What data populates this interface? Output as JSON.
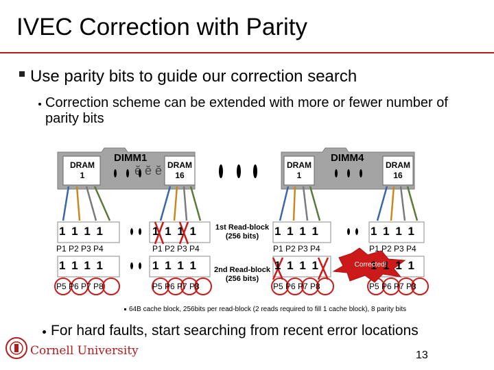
{
  "slide": {
    "title": "IVEC Correction with Parity",
    "bullet1": "Use parity bits to guide our correction search",
    "bullet2": "Correction scheme can be extended with more or fewer number of parity bits",
    "note": "64B cache block, 256bits per read-block (2 reads required to fill 1 cache block), 8 parity bits",
    "bullet3": "For hard faults, start searching from recent error locations",
    "footer_logo": "Cornell University",
    "page_number": "13"
  },
  "diagram": {
    "dimm_left": {
      "name": "DIMM1",
      "dram_a": "DRAM\n1",
      "dram_b": "DRAM\n16"
    },
    "dimm_right": {
      "name": "DIMM4",
      "dram_a": "DRAM\n1",
      "dram_b": "DRAM\n16"
    },
    "read1_label": "1st Read-block\n(256 bits)",
    "read2_label": "2nd Read-block\n(256 bits)",
    "row1": {
      "g1_bits": "1 1 1 1",
      "g1_parity": "P1 P2 P3 P4",
      "g2_bits": "1 1 1 1",
      "g2_parity": "P1 P2 P3 P4",
      "g3_bits": "1 1 1 1",
      "g3_parity": "P1 P2 P3 P4",
      "g4_bits": "1 1 1 1",
      "g4_parity": "P1 P2 P3 P4"
    },
    "row2": {
      "g1_bits": "1 1 1 1",
      "g1_parity": "P5 P6 P7 P8",
      "g2_bits": "1 1 1 1",
      "g2_parity": "P5 P6 P7 P8",
      "g3_bits": "1 1 1 1",
      "g3_parity": "P5 P6 P7 P8",
      "g4_bits": "1 1 1 1",
      "g4_parity": "P5 P6 P7 P8"
    },
    "callout": "Corrected!",
    "colors": {
      "accent": "#b31b1b",
      "wire_blue": "#3a66a8",
      "wire_orange": "#c9881e",
      "wire_gray": "#7a7a7a",
      "wire_green": "#5a7a3a",
      "circle_red": "#cc1a1a"
    }
  }
}
